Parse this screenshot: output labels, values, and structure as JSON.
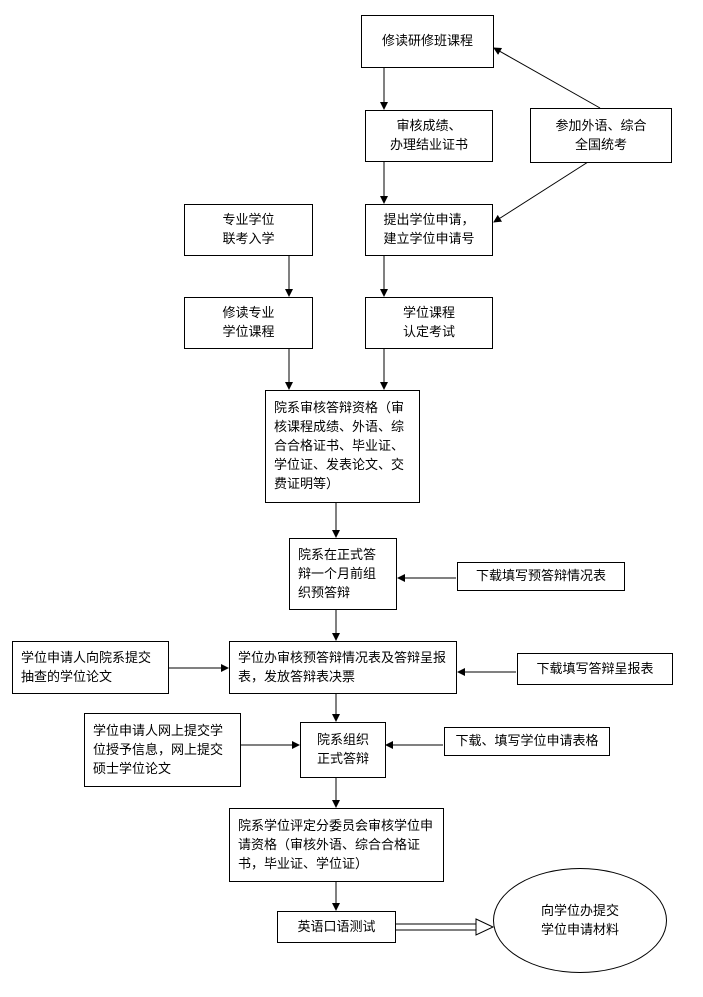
{
  "nodes": {
    "course_study": "修读研修班课程",
    "grade_review": "审核成绩、\n办理结业证书",
    "exam_join": "参加外语、综合\n全国统考",
    "degree_apply": "提出学位申请，\n建立学位申请号",
    "prof_entrance": "专业学位\n联考入学",
    "prof_course": "修读专业\n学位课程",
    "degree_exam": "学位课程\n认定考试",
    "dept_review": "院系审核答辩资格（审核课程成绩、外语、综合合格证书、毕业证、学位证、发表论文、交费证明等）",
    "pre_defense": "院系在正式答辩一个月前组织预答辩",
    "download_pre": "下载填写预答辩情况表",
    "submit_thesis": "学位申请人向院系提交抽查的学位论文",
    "office_review": "学位办审核预答辩情况表及答辩呈报表，发放答辩表决票",
    "download_report": "下载填写答辩呈报表",
    "online_submit": "学位申请人网上提交学位授予信息，网上提交硕士学位论文",
    "formal_defense": "院系组织\n正式答辩",
    "download_forms": "下载、填写学位申请表格",
    "committee_review": "院系学位评定分委员会审核学位申请资格（审核外语、综合合格证书，毕业证、学位证）",
    "oral_test": "英语口语测试",
    "submit_materials": "向学位办提交\n学位申请材料"
  }
}
